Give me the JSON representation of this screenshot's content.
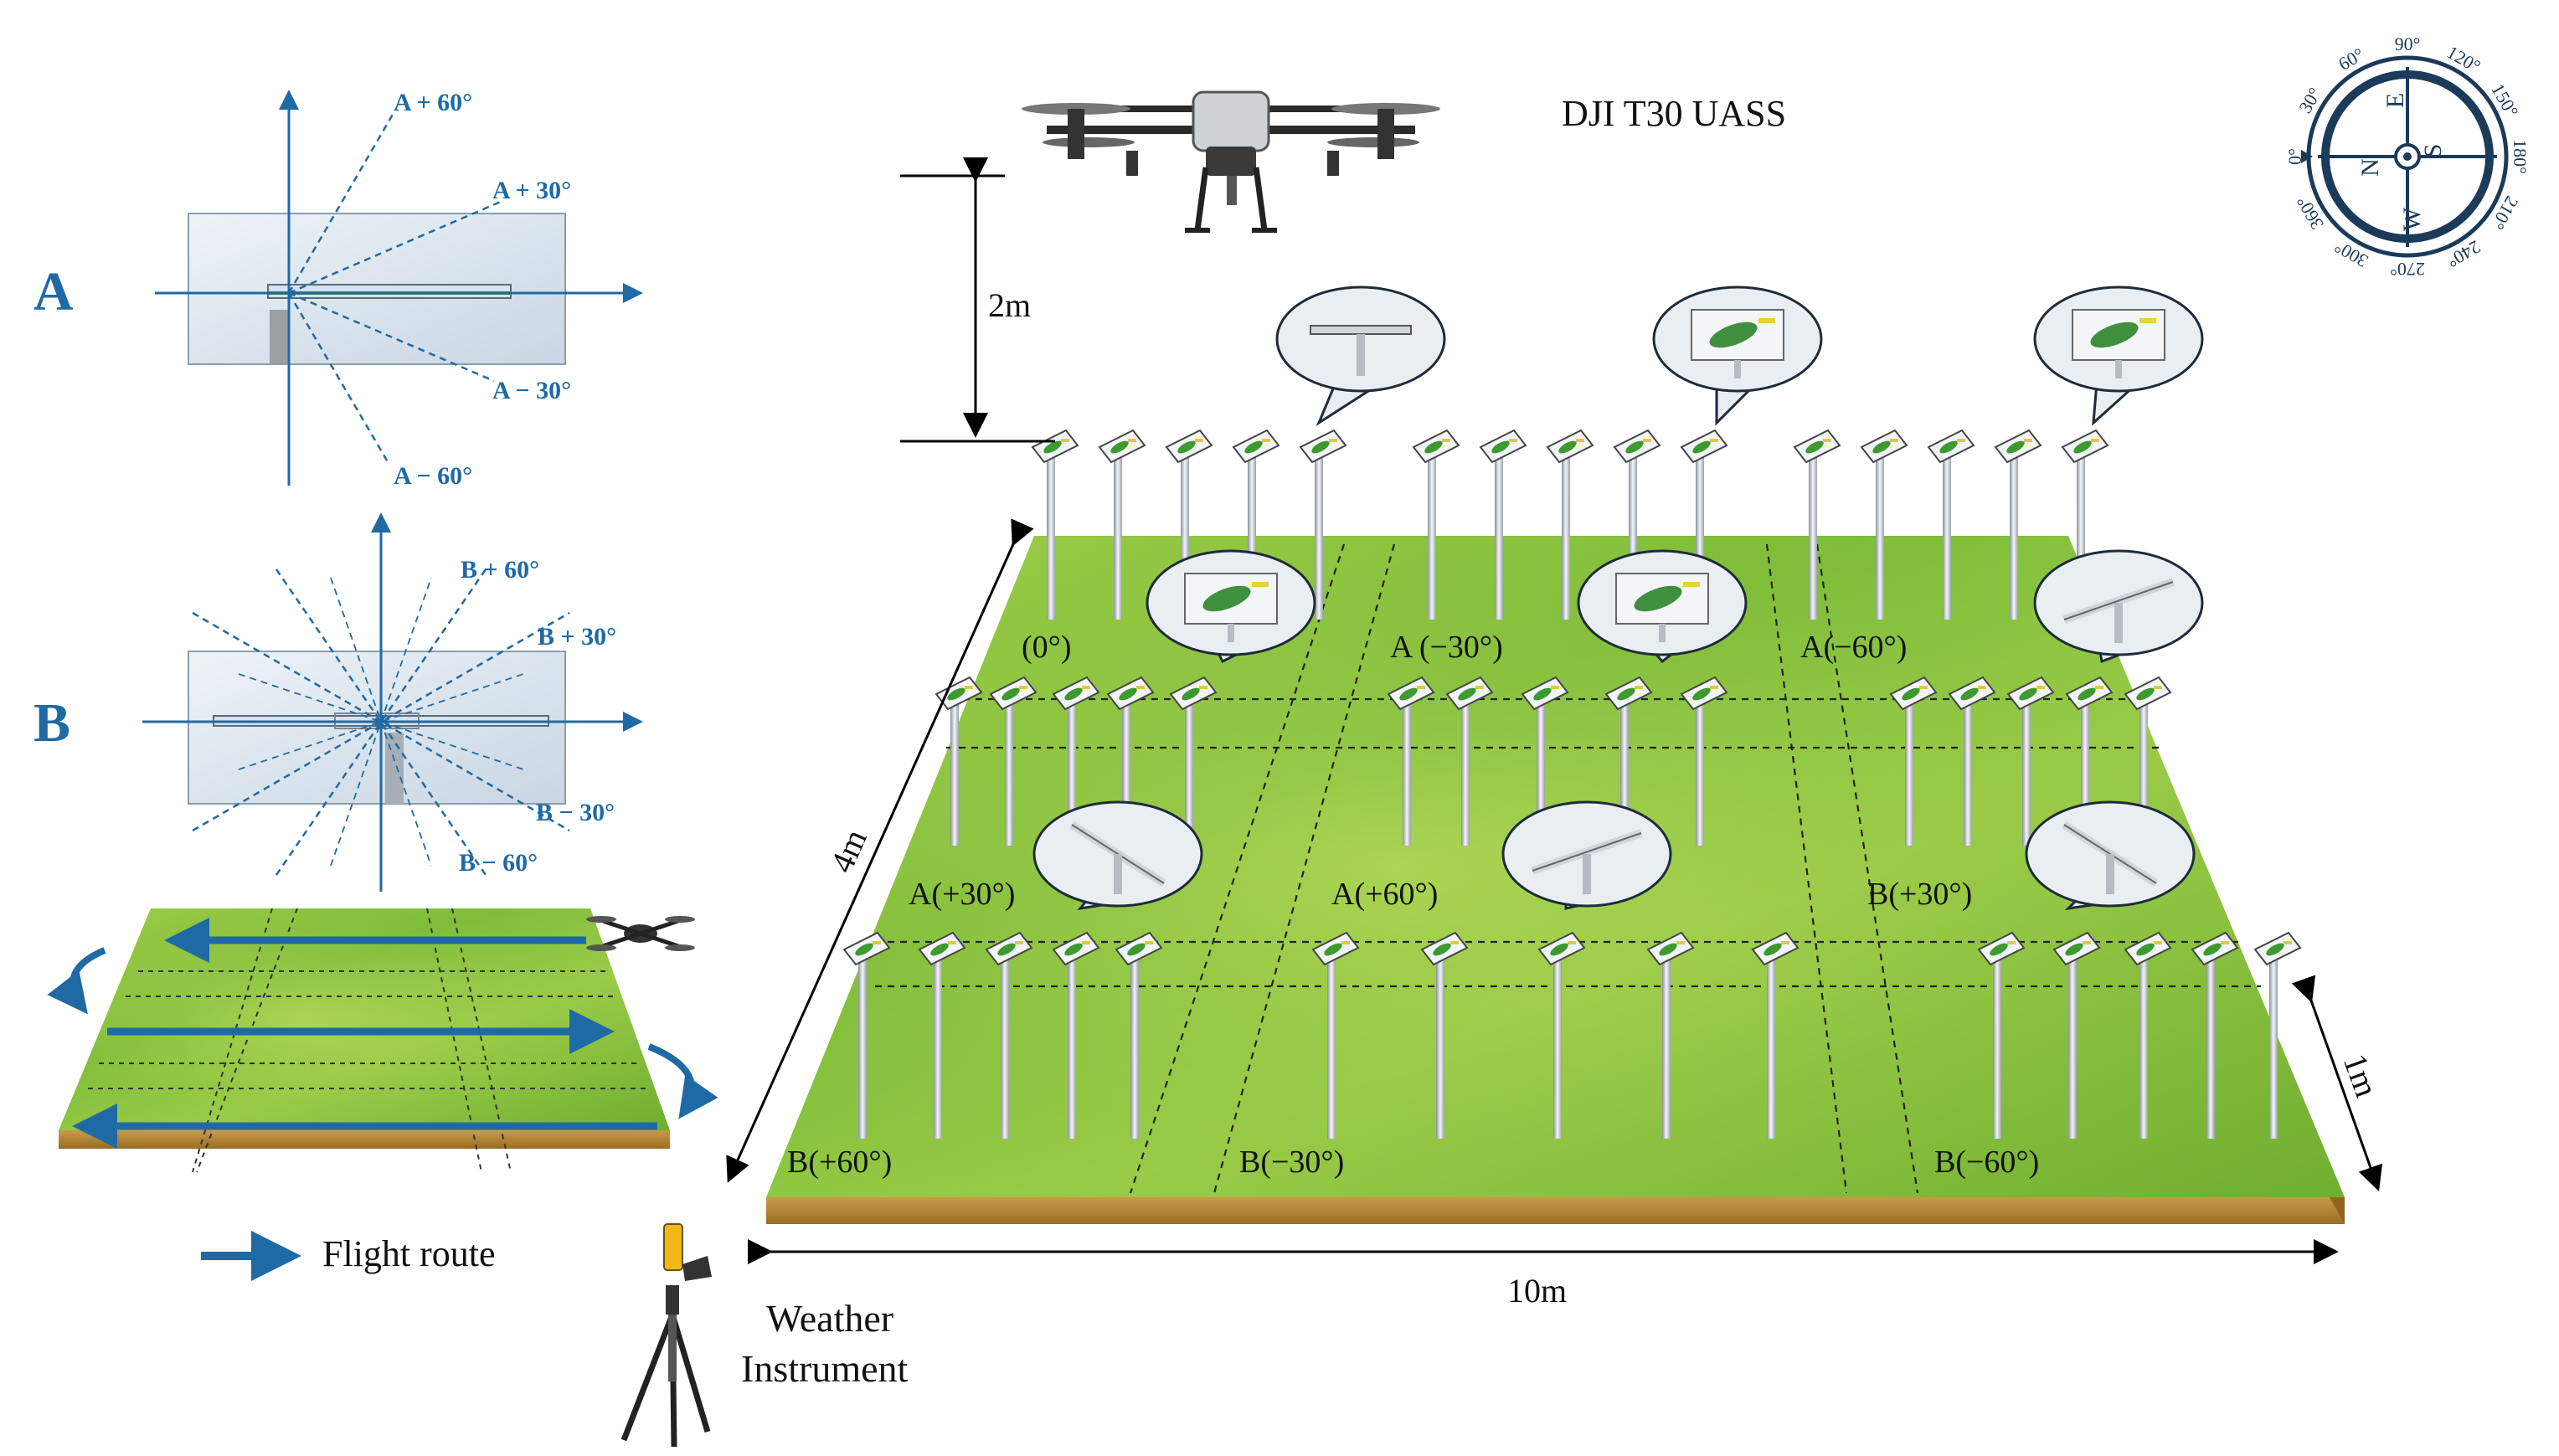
{
  "panels": {
    "a": {
      "letter": "A",
      "lines": [
        "A + 60°",
        "A + 30°",
        "A − 30°",
        "A − 60°"
      ]
    },
    "b": {
      "letter": "B",
      "lines": [
        "B + 60°",
        "B + 30°",
        "B − 30°",
        "B − 60°"
      ]
    }
  },
  "drone_label": "DJI T30 UASS",
  "dims": {
    "height": "2m",
    "depth": "4m",
    "width": "10m",
    "row": "1m"
  },
  "legend": {
    "route": "Flight route"
  },
  "weather": {
    "line1": "Weather",
    "line2": "Instrument"
  },
  "compass": {
    "ticks": [
      "0°",
      "30°",
      "60°",
      "90°",
      "120°",
      "150°",
      "180°",
      "210°",
      "240°",
      "270°",
      "300°",
      "360°"
    ],
    "directions": [
      "N",
      "E",
      "S",
      "W"
    ]
  },
  "plot_labels": [
    "(0°)",
    "A (−30°)",
    "A(−60°)",
    "A(+30°)",
    "A(+60°)",
    "B(+30°)",
    "B(+60°)",
    "B(−30°)",
    "B(−60°)"
  ],
  "colors": {
    "accent": "#1f6aa5",
    "grass": "#8cc63f",
    "soil": "#b8893a"
  }
}
